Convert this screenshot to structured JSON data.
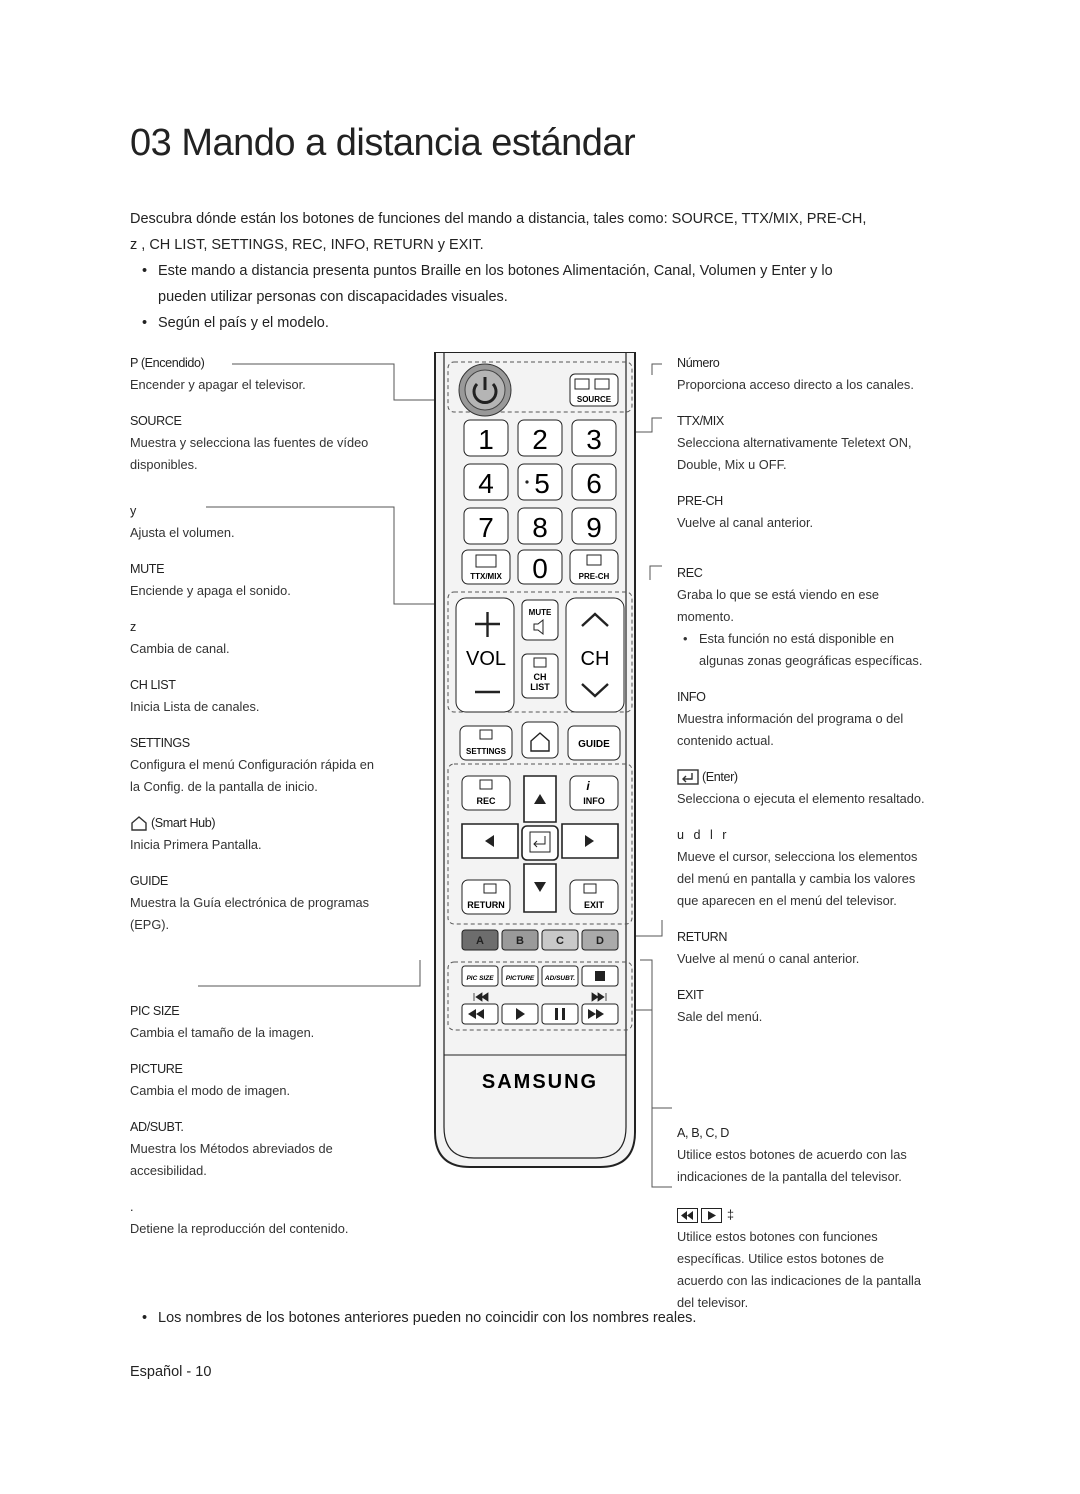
{
  "title": "03 Mando a distancia estándar",
  "intro": {
    "line1": "Descubra dónde están los botones de funciones del mando a distancia, tales como: SOURCE, TTX/MIX, PRE-CH,",
    "line2": "z            , CH LIST, SETTINGS, REC, INFO, RETURN y EXIT.",
    "bullet1a": "Este mando a distancia presenta puntos Braille en los botones Alimentación, Canal, Volumen y Enter y lo",
    "bullet1b": "pueden utilizar personas con discapacidades visuales.",
    "bullet2": "Según el país y el modelo."
  },
  "left": {
    "power_h": "P   (Encendido)",
    "power_d": "Encender y apagar el televisor.",
    "source_h": "SOURCE",
    "source_d1": "Muestra y selecciona las fuentes de vídeo",
    "source_d2": "disponibles.",
    "vol_h": "y",
    "vol_d": "Ajusta el volumen.",
    "mute_h": "MUTE",
    "mute_d": "Enciende y apaga el sonido.",
    "ch_h": "z",
    "ch_d": "Cambia de canal.",
    "chlist_h": "CH LIST",
    "chlist_d": "Inicia Lista de canales.",
    "settings_h": "SETTINGS",
    "settings_d1": "Configura el menú Configuración rápida en",
    "settings_d2": "la Config. de la pantalla de inicio.",
    "smarthub_h": "(Smart Hub)",
    "smarthub_d": "Inicia Primera Pantalla.",
    "guide_h": "GUIDE",
    "guide_d1": "Muestra la Guía electrónica de programas",
    "guide_d2": "(EPG).",
    "picsize_h": "PIC SIZE",
    "picsize_d": "Cambia el tamaño de la imagen.",
    "picture_h": "PICTURE",
    "picture_d": "Cambia el modo de imagen.",
    "adsubt_h": "AD/SUBT.",
    "adsubt_d1": "Muestra los Métodos abreviados de",
    "adsubt_d2": "accesibilidad.",
    "stop_h": ".",
    "stop_d": "Detiene la reproducción del contenido."
  },
  "right": {
    "num_h": "Número",
    "num_d": "Proporciona acceso directo a los canales.",
    "ttx_h": "TTX/MIX",
    "ttx_d1": "Selecciona alternativamente Teletext ON,",
    "ttx_d2": "Double, Mix u OFF.",
    "prech_h": "PRE-CH",
    "prech_d": "Vuelve al canal anterior.",
    "rec_h": "REC",
    "rec_d1": "Graba lo que se está viendo en ese",
    "rec_d2": "momento.",
    "rec_b1": "Esta función no está disponible en",
    "rec_b2": "algunas zonas geográficas específicas.",
    "info_h": "INFO",
    "info_d1": "Muestra información del programa o del",
    "info_d2": "contenido actual.",
    "enter_h": "(Enter)",
    "enter_d": "Selecciona o ejecuta el elemento resaltado.",
    "dir_h": "u  d  l  r",
    "dir_d1": "Mueve el cursor, selecciona los elementos",
    "dir_d2": "del menú en pantalla y cambia los valores",
    "dir_d3": "que aparecen en el menú del televisor.",
    "return_h": "RETURN",
    "return_d": "Vuelve al menú o canal anterior.",
    "exit_h": "EXIT",
    "exit_d": "Sale del menú.",
    "abcd_h": "A, B, C, D",
    "abcd_d1": "Utilice estos botones de acuerdo con las",
    "abcd_d2": "indicaciones de la pantalla del televisor.",
    "media_h": "‡",
    "media_d1": "Utilice estos botones con funciones",
    "media_d2": "específicas. Utilice estos botones de",
    "media_d3": "acuerdo con las indicaciones de la pantalla",
    "media_d4": "del televisor."
  },
  "remote": {
    "source": "SOURCE",
    "digits": [
      "1",
      "2",
      "3",
      "4",
      "5",
      "6",
      "7",
      "8",
      "9",
      "0"
    ],
    "ttx": "TTX/MIX",
    "prech": "PRE-CH",
    "mute": "MUTE",
    "vol": "VOL",
    "ch": "CH",
    "chlist1": "CH",
    "chlist2": "LIST",
    "settings": "SETTINGS",
    "guide": "GUIDE",
    "rec": "REC",
    "info": "INFO",
    "ret": "RETURN",
    "exit": "EXIT",
    "abcd": [
      "A",
      "B",
      "C",
      "D"
    ],
    "picsize": "PIC SIZE",
    "picture": "PICTURE",
    "adsubt": "AD/SUBT.",
    "brand": "SAMSUNG"
  },
  "footer_note": "Los nombres de los botones anteriores pueden no coincidir con los nombres reales.",
  "page_number": "Español - 10"
}
